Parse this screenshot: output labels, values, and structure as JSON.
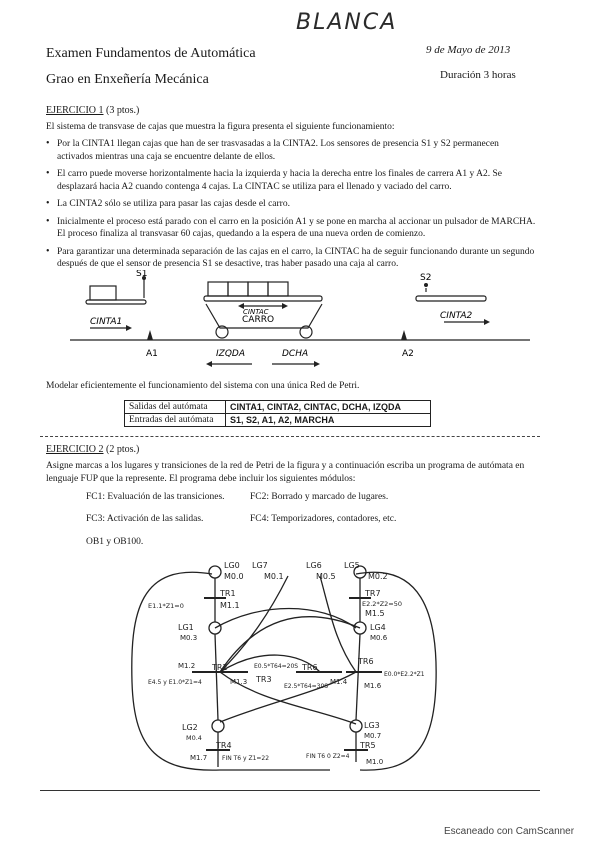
{
  "handwritten_top": "BLANCA",
  "header": {
    "title": "Examen Fundamentos de Automática",
    "subtitle": "Grao en Enxeñería Mecánica",
    "date": "9 de Mayo de 2013",
    "duration": "Duración 3 horas"
  },
  "ex1": {
    "heading": "EJERCICIO 1",
    "points": "(3 ptos.)",
    "intro": "El sistema de transvase de cajas que muestra la figura presenta el siguiente funcionamiento:",
    "bullets": [
      "Por la CINTA1 llegan cajas que han de ser trasvasadas a la CINTA2. Los sensores de presencia S1 y S2 permanecen activados mientras una caja se encuentre delante de ellos.",
      "El carro puede moverse horizontalmente hacia la izquierda y hacia la derecha entre los finales de carrera A1 y A2. Se desplazará hacia A2 cuando contenga 4 cajas. La CINTAC se utiliza para el llenado y vaciado del carro.",
      "La CINTA2 sólo se utiliza para pasar las cajas desde el carro.",
      "Inicialmente el proceso está parado con el carro en la posición A1 y se pone en marcha al accionar un pulsador de MARCHA. El proceso finaliza al transvasar 60 cajas, quedando a la espera de una nueva orden de comienzo.",
      "Para garantizar una determinada separación de las cajas en el carro, la CINTAC ha de seguir funcionando durante un segundo después de que el sensor de presencia S1 se desactive, tras haber pasado una caja al carro."
    ],
    "diagram": {
      "s1": "S1",
      "s2": "S2",
      "cinta1": "CINTA1",
      "cintac": "CINTAC",
      "carro": "CARRO",
      "cinta2": "CINTA2",
      "a1": "A1",
      "a2": "A2",
      "izqda": "IZQDA",
      "dcha": "DCHA"
    },
    "model_text": "Modelar eficientemente el funcionamiento del sistema con una única Red de Petri.",
    "table": {
      "rows": [
        {
          "label": "Salidas del autómata",
          "value": "CINTA1, CINTA2, CINTAC, DCHA, IZQDA"
        },
        {
          "label": "Entradas del autómata",
          "value": "S1, S2, A1, A2, MARCHA"
        }
      ]
    }
  },
  "ex2": {
    "heading": "EJERCICIO 2",
    "points": "(2 ptos.)",
    "intro": "Asigne marcas a los lugares y transiciones de la red de Petri de la figura y a continuación escriba un programa de autómata en lenguaje FUP que la represente. El programa debe incluir los siguientes módulos:",
    "modules": {
      "fc1": "FC1: Evaluación de las transiciones.",
      "fc2": "FC2: Borrado y marcado de lugares.",
      "fc3": "FC3: Activación de las salidas.",
      "fc4": "FC4: Temporizadores, contadores, etc.",
      "ob": "OB1 y OB100."
    },
    "petri": {
      "lg0": "LG0",
      "lg7": "LG7",
      "lg6": "LG6",
      "lg5": "LG5",
      "m00": "M0.0",
      "m01": "M0.1",
      "m05": "M0.5",
      "m02": "M0.2",
      "tr1": "TR1",
      "tr7": "TR7",
      "m11": "M1.1",
      "m15": "M1.5",
      "e1": "E1.1*Z1=0",
      "e2": "E2.2*Z2=50",
      "lg1": "LG1",
      "lg4": "LG4",
      "m03": "M0.3",
      "m06": "M0.6",
      "tr2": "TR2",
      "tr3": "TR3",
      "tr6": "TR6",
      "tr6b": "TR6",
      "m12": "M1.2",
      "m13": "M1.3",
      "m14": "M1.4",
      "m16": "M1.6",
      "e05": "E0.5*T64=20S",
      "e25": "E2.5*T64=30S",
      "e45": "E4.5 y E1.0*Z1=4",
      "e00": "E0.0*E2.2*Z1",
      "lg2": "LG2",
      "lg3": "LG3",
      "m04": "M0.4",
      "m07": "M0.7",
      "tr4": "TR4",
      "tr5": "TR5",
      "m17": "M1.7",
      "m10": "M1.0",
      "fin4": "FIN T6 y Z1=22",
      "fin5": "FIN T6 0 Z2=4"
    }
  },
  "footer": "Escaneado con CamScanner"
}
